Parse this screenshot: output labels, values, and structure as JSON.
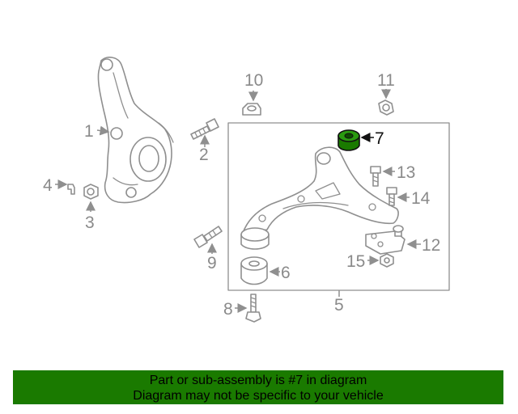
{
  "callouts": {
    "c1": "1",
    "c2": "2",
    "c3": "3",
    "c4": "4",
    "c5": "5",
    "c6": "6",
    "c7": "7",
    "c8": "8",
    "c9": "9",
    "c10": "10",
    "c11": "11",
    "c12": "12",
    "c13": "13",
    "c14": "14",
    "c15": "15"
  },
  "highlight": {
    "part": "7",
    "color": "#1a7a00"
  },
  "colors": {
    "line": "#8f8f8f",
    "banner": "#1a7a00",
    "highlight_text": "#111111"
  },
  "banner": {
    "line1": "Part or sub-assembly is #7 in diagram",
    "line2": "Diagram may not be specific to your vehicle"
  }
}
